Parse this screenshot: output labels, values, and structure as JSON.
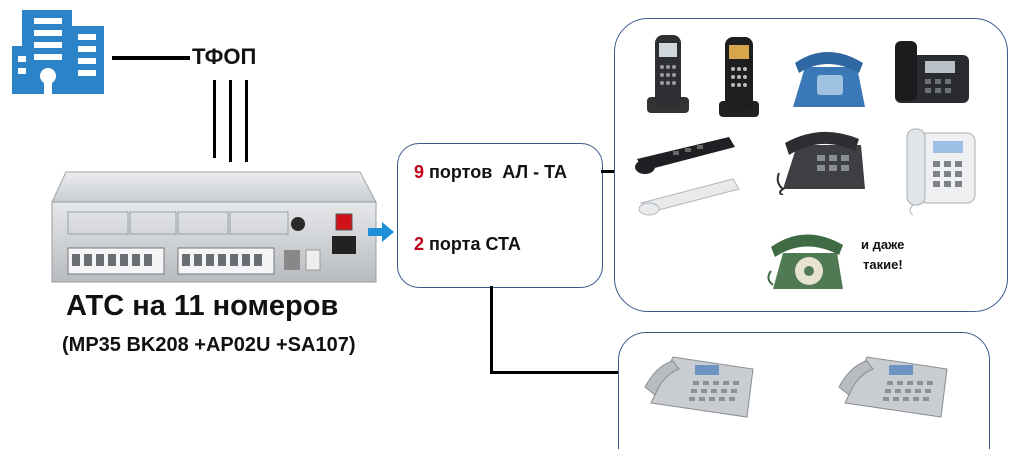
{
  "network_label": "ТФОП",
  "pbx": {
    "title": "АТС на 11 номеров",
    "subtitle": "(MP35 BK208 +AP02U +SA107)"
  },
  "ports": {
    "analog_count": "9",
    "analog_text": "портов  АЛ - ТА",
    "system_count": "2",
    "system_text": "порта СТА"
  },
  "phones_note": {
    "line1": "и даже",
    "line2": "такие!"
  },
  "colors": {
    "building": "#2b83c8",
    "accent_red": "#c0001a",
    "box_border": "#3a5a8a",
    "arrow": "#1e90d6"
  }
}
